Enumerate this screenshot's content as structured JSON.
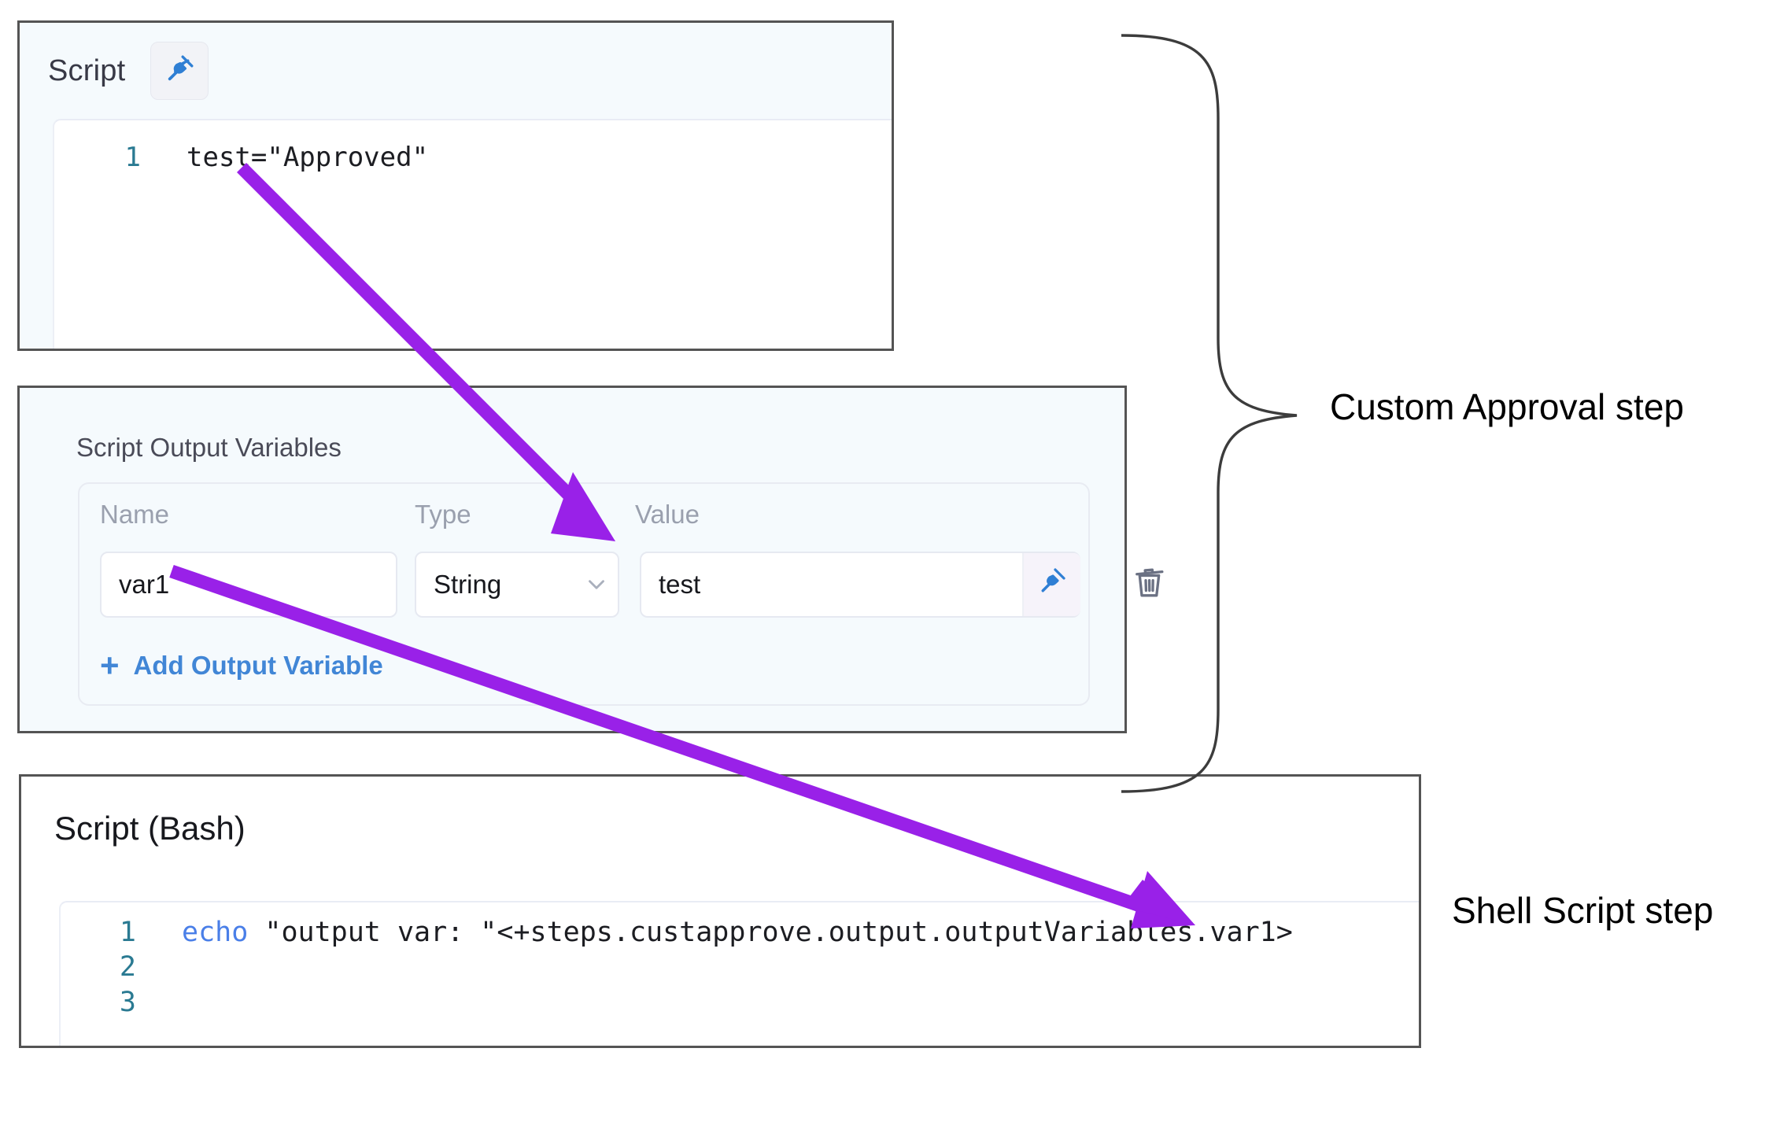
{
  "script_panel": {
    "title": "Script",
    "pin_icon": "pin-icon",
    "code": {
      "lines": [
        {
          "number": "1",
          "text": "test=\"Approved\""
        }
      ]
    }
  },
  "output_variables_panel": {
    "title": "Script Output Variables",
    "columns": {
      "name": "Name",
      "type": "Type",
      "value": "Value"
    },
    "rows": [
      {
        "name": "var1",
        "type": "String",
        "value": "test",
        "pin_icon": "pin-icon",
        "delete_icon": "trash-icon",
        "chevron_icon": "chevron-down-icon"
      }
    ],
    "add_link": {
      "plus": "+",
      "label": "Add Output Variable"
    }
  },
  "bash_panel": {
    "title": "Script (Bash)",
    "code": {
      "lines": [
        {
          "number": "1",
          "keyword": "echo",
          "text": " \"output var: \"<+steps.custapprove.output.outputVariables.var1>"
        },
        {
          "number": "2",
          "keyword": "",
          "text": ""
        },
        {
          "number": "3",
          "keyword": "",
          "text": ""
        }
      ]
    }
  },
  "annotations": {
    "brace_label": "Custom Approval step",
    "shell_label": "Shell Script step",
    "arrow_color": "#9921e8",
    "brace_color": "#3c3c3c"
  },
  "colors": {
    "panel_border": "#545454",
    "panel_tint": "#f5fafd",
    "link_blue": "#4186d6",
    "pin_blue": "#2f7fd4",
    "gutter_blue": "#2a7a92",
    "keyword_blue": "#4a7fe8",
    "placeholder_gray": "#9aa0ae"
  }
}
